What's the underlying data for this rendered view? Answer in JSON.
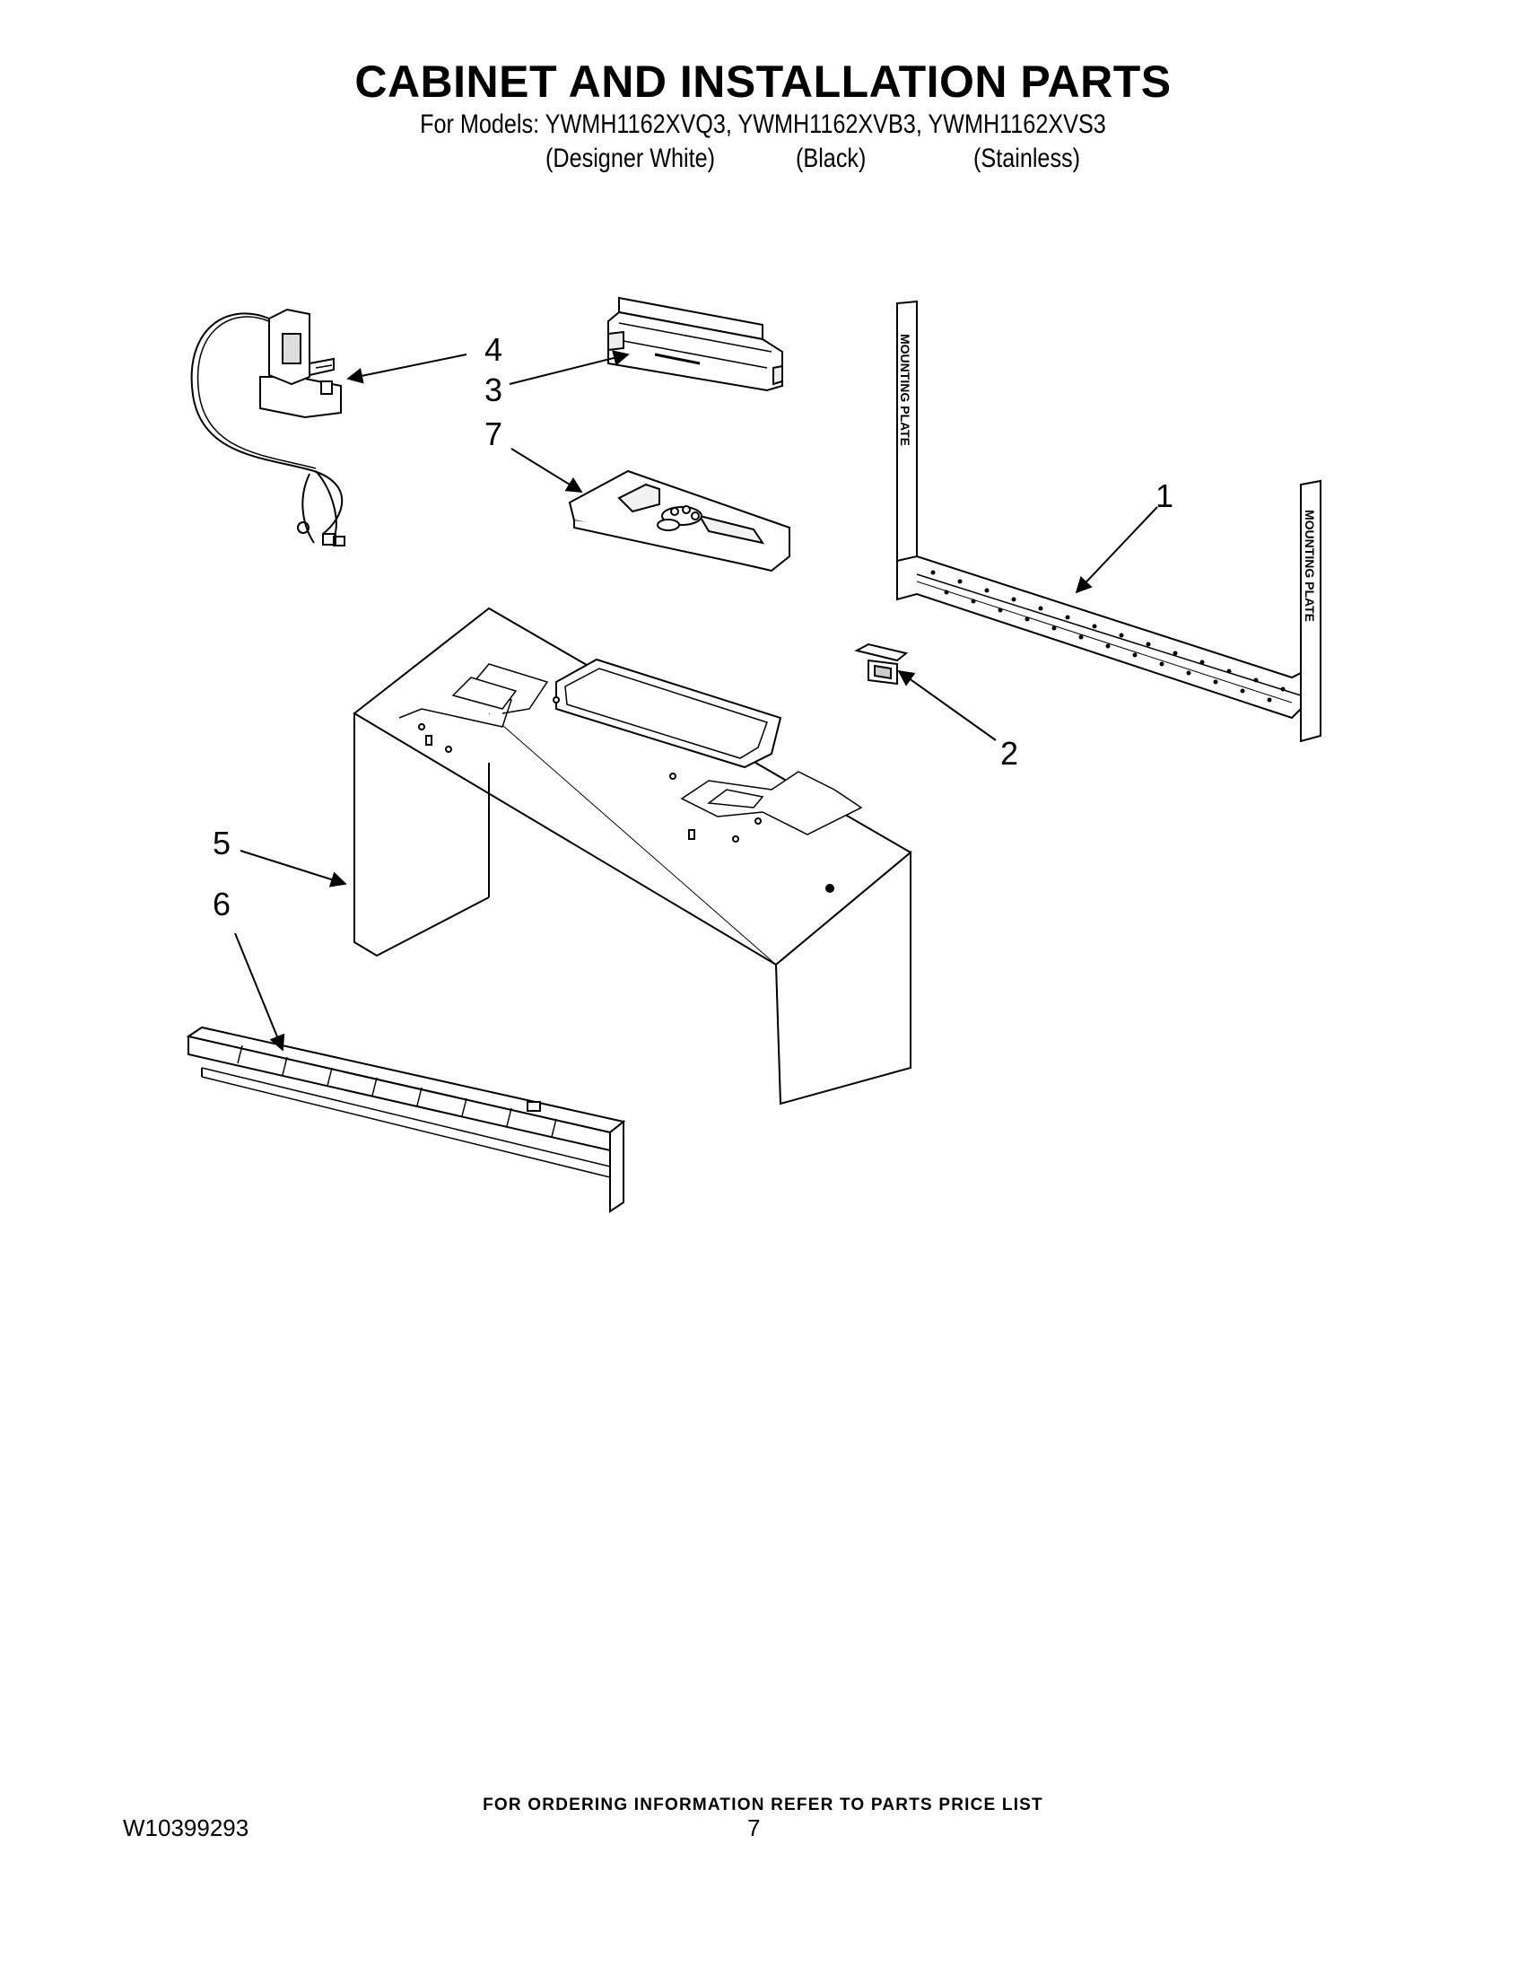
{
  "header": {
    "title": "CABINET AND INSTALLATION PARTS",
    "models_line": "For Models: YWMH1162XVQ3, YWMH1162XVB3, YWMH1162XVS3",
    "variants": [
      "(Designer White)",
      "(Black)",
      "(Stainless)"
    ]
  },
  "diagram": {
    "callouts": [
      "1",
      "2",
      "3",
      "4",
      "5",
      "6",
      "7"
    ],
    "plate_stamp": "MOUNTING PLATE"
  },
  "footer": {
    "ordering_note": "FOR ORDERING INFORMATION REFER TO PARTS PRICE LIST",
    "doc_number": "W10399293",
    "page_number": "7"
  }
}
